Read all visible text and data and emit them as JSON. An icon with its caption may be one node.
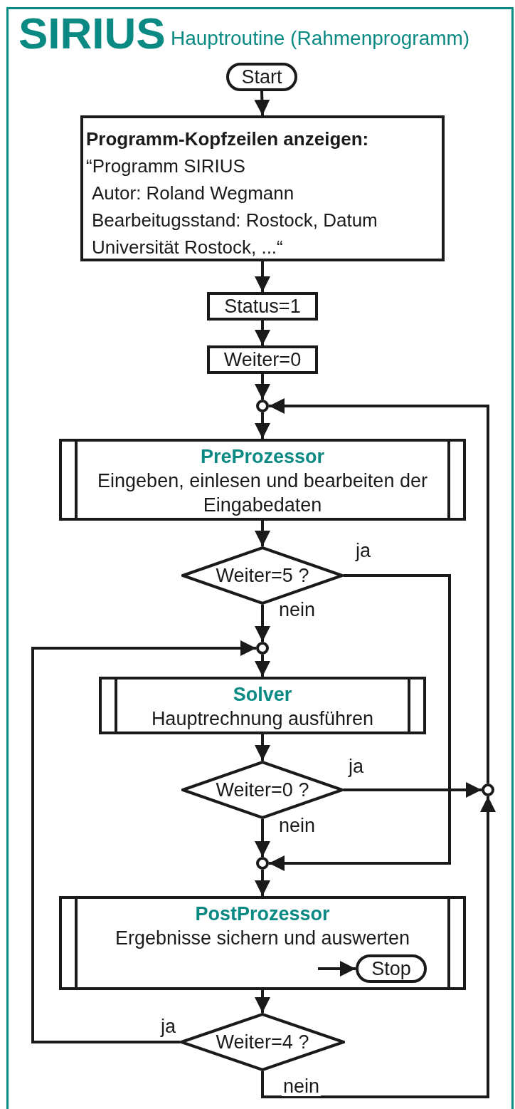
{
  "diagram": {
    "title": "SIRIUS",
    "nodes": [
      {
        "text": [
          "Start"
        ]
      },
      {
        "text": [
          "Programm-Kopfzeilen anzeigen:",
          "“Programm SIRIUS",
          "Autor: Roland Wegmann",
          "Bearbeitugsstand: Rostock, Datum",
          "Universität Rostock, ...“"
        ]
      },
      {
        "text": [
          "Status=1"
        ]
      },
      {
        "text": [
          "Weiter=0"
        ]
      },
      {
        "text": [],
        "shape": "circle"
      },
      {
        "text": [
          "PreProzessor",
          "Eingeben, einlesen und bearbeiten der Eingabedaten"
        ]
      },
      {
        "text": [
          "Weiter=5 ?"
        ]
      },
      {
        "text": [],
        "shape": "circle"
      },
      {
        "text": [
          "Solver",
          "Hauptrechnung ausführen"
        ]
      },
      {
        "text": [
          "Weiter=0 ?"
        ]
      },
      {
        "text": [],
        "shape": "circle"
      },
      {
        "text": [],
        "shape": "circle"
      },
      {
        "text": [
          "PostProzessor",
          "Ergebnisse sichern und auswerten"
        ]
      },
      {
        "text": [
          "Stop"
        ],
        "in": 12
      },
      {
        "text": [
          "Weiter=4 ?"
        ]
      }
    ],
    "edges": [
      {
        "from": 0,
        "to": 1,
        "arrow": "to"
      },
      {
        "from": 1,
        "to": 2,
        "arrow": "to"
      },
      {
        "from": 2,
        "to": 3,
        "arrow": "to"
      },
      {
        "from": 3,
        "to": 4,
        "arrow": "to"
      },
      {
        "from": 4,
        "to": 5,
        "arrow": "to"
      },
      {
        "from": 5,
        "to": 6,
        "arrow": "to"
      },
      {
        "from": 6,
        "to": 7,
        "arrow": "to",
        "label": "nein"
      },
      {
        "from": 6,
        "to": 11,
        "arrow": "to",
        "label": "ja"
      },
      {
        "from": 7,
        "to": 8,
        "arrow": "to"
      },
      {
        "from": 8,
        "to": 9,
        "arrow": "to"
      },
      {
        "from": 9,
        "to": 10,
        "arrow": "to",
        "label": "ja"
      },
      {
        "from": 9,
        "to": 11,
        "arrow": "to",
        "label": "nein"
      },
      {
        "from": 10,
        "to": 4,
        "arrow": "to"
      },
      {
        "from": 11,
        "to": 12,
        "arrow": "to"
      },
      {
        "from": 12,
        "to": 14,
        "arrow": "to"
      },
      {
        "from": 14,
        "to": 7,
        "arrow": "to",
        "label": "ja"
      },
      {
        "from": 14,
        "to": 10,
        "arrow": "to",
        "label": "nein"
      },
      {
        "from": null,
        "to": 13,
        "arrow": "to"
      }
    ],
    "labels": [
      "Hauptroutine (Rahmenprogramm)"
    ]
  }
}
